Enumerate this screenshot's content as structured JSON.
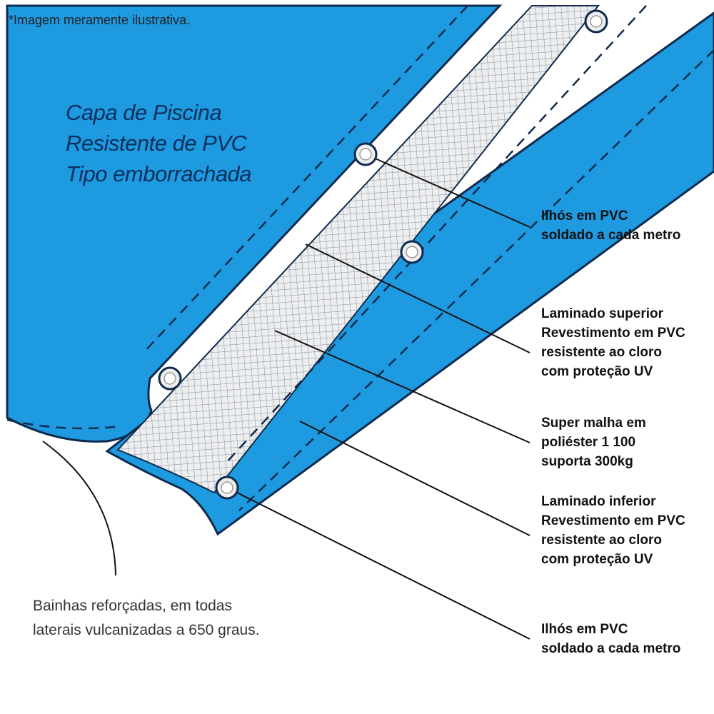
{
  "disclaimer": "*Imagem meramente ilustrativa.",
  "title": [
    "Capa de Piscina",
    "Resistente de PVC",
    "Tipo emborrachada"
  ],
  "callouts": [
    {
      "lines": [
        "Ilhós em PVC",
        "soldado a cada metro"
      ]
    },
    {
      "lines": [
        "Laminado superior",
        "Revestimento em PVC",
        "resistente ao  cloro",
        "com proteção UV"
      ]
    },
    {
      "lines": [
        "Super malha em",
        "poliéster 1 100",
        "suporta 300kg"
      ]
    },
    {
      "lines": [
        "Laminado inferior",
        "Revestimento em PVC",
        "resistente ao  cloro",
        "com proteção UV"
      ]
    },
    {
      "lines": [
        "Ilhós em PVC",
        "soldado a cada metro"
      ]
    }
  ],
  "bottom_note": [
    "Bainhas reforçadas, em todas",
    "laterais vulcanizadas a 650 graus."
  ],
  "colors": {
    "pvc_blue": "#1e9ae0",
    "outline": "#0e2b4d",
    "mesh_bg": "#e9ecef",
    "mesh_line": "#8a8f95",
    "grommet": "#e6e6e6"
  }
}
